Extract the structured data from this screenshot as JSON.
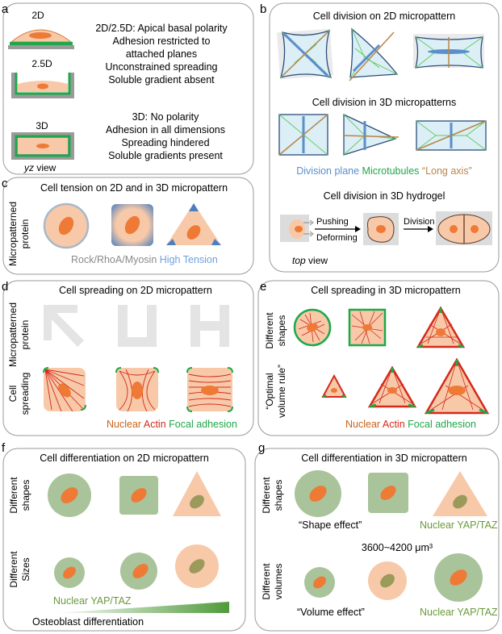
{
  "a": {
    "letter": "a",
    "label_2d": "2D",
    "label_25d": "2.5D",
    "label_3d": "3D",
    "text_2d": [
      "2D/2.5D: Apical basal polarity",
      "Adhesion restricted to",
      "attached planes",
      "Unconstrained spreading",
      "Soluble gradient absent"
    ],
    "text_3d": [
      "3D: No polarity",
      "Adhesion in all dimensions",
      "Spreading hindered",
      "Soluble gradients present"
    ],
    "view_italic": "yz",
    "view_rest": " view"
  },
  "b": {
    "letter": "b",
    "title_2d": "Cell division on 2D micropattern",
    "title_3d": "Cell division in 3D micropatterns",
    "legend_division": "Division plane",
    "legend_microtubules": "Microtubules",
    "legend_long_axis": "“Long axis”",
    "title_hydrogel": "Cell division in 3D hydrogel",
    "pushing": "Pushing",
    "deforming": "Deforming",
    "division": "Division",
    "view_italic": "top",
    "view_rest": " view"
  },
  "c": {
    "letter": "c",
    "title": "Cell tension on 2D and in 3D micropattern",
    "side_label": [
      "Micropatterned",
      "protein"
    ],
    "legend_rock": "Rock/RhoA/Myosin",
    "legend_tension": "High Tension"
  },
  "d": {
    "letter": "d",
    "title": "Cell spreading on 2D micropattern",
    "side_top": [
      "Micropatterned",
      "protein"
    ],
    "side_bottom": [
      "Cell",
      "spreading"
    ],
    "legend_nuclear": "Nuclear",
    "legend_actin": "Actin",
    "legend_fa": "Focal adhesion"
  },
  "e": {
    "letter": "e",
    "title": "Cell spreading in 3D micropattern",
    "side_top": [
      "Different",
      "shapes"
    ],
    "side_bottom": [
      "“Optimal",
      "volume rule”"
    ],
    "legend_nuclear": "Nuclear",
    "legend_actin": "Actin",
    "legend_fa": "Focal adhesion"
  },
  "f": {
    "letter": "f",
    "title": "Cell differentiation on 2D micropattern",
    "side_top": [
      "Different",
      "shapes"
    ],
    "side_bottom": [
      "Different",
      "Sizes"
    ],
    "yap": "Nuclear YAP/TAZ",
    "osteo": "Osteoblast differentiation"
  },
  "g": {
    "letter": "g",
    "title": "Cell differentiation in 3D micropattern",
    "side_top": [
      "Different",
      "shapes"
    ],
    "side_bottom": [
      "Different",
      "volumes"
    ],
    "shape_effect": "“Shape effect”",
    "yap": "Nuclear YAP/TAZ",
    "volume_range": "3600~4200 μm³",
    "volume_effect": "“Volume effect”"
  },
  "colors": {
    "cell": "#f7c9a9",
    "nucleus": "#ee7a35",
    "green": "#1fa84a",
    "panel_border": "#9a9a9a",
    "blue": "#5b8fc9",
    "gray_pattern": "#e4e4e4",
    "diff_green": "#a9c39a",
    "yap_text": "#6a9a3a",
    "actin": "#d42a1a",
    "microtubule": "#5ccc5c",
    "long_axis": "#b8864a"
  }
}
